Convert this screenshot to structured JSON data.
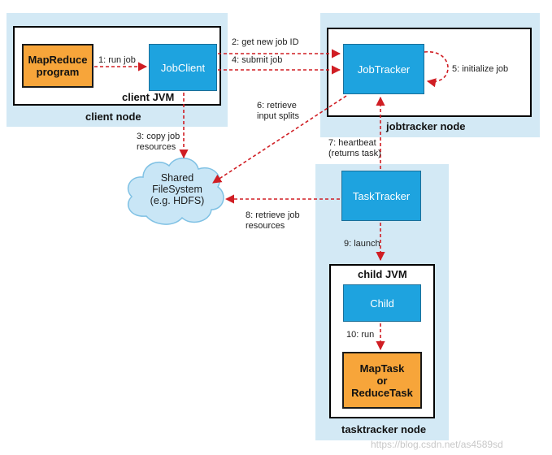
{
  "client_node": {
    "node_label": "client node",
    "jvm_label": "client JVM",
    "mapreduce_program": "MapReduce\nprogram",
    "jobclient": "JobClient"
  },
  "jobtracker_node": {
    "node_label": "jobtracker node",
    "jobtracker": "JobTracker"
  },
  "tasktracker_node": {
    "node_label": "tasktracker node",
    "tasktracker": "TaskTracker",
    "jvm_label": "child JVM",
    "child": "Child",
    "task": "MapTask\nor\nReduceTask"
  },
  "shared_fs": {
    "label": "Shared\nFileSystem\n(e.g. HDFS)"
  },
  "steps": {
    "s1": "1: run job",
    "s2": "2: get new job ID",
    "s3": "3: copy job\nresources",
    "s4": "4: submit job",
    "s5": "5: initialize job",
    "s6": "6: retrieve\ninput splits",
    "s7": "7: heartbeat\n(returns task)",
    "s8": "8: retrieve job\nresources",
    "s9": "9: launch",
    "s10": "10: run"
  },
  "watermark": "https://blog.csdn.net/as4589sd",
  "colors": {
    "node_bg": "#d3e9f5",
    "process_blue": "#1ea3df",
    "program_orange": "#f7a53a",
    "arrow_red": "#d01e24"
  }
}
